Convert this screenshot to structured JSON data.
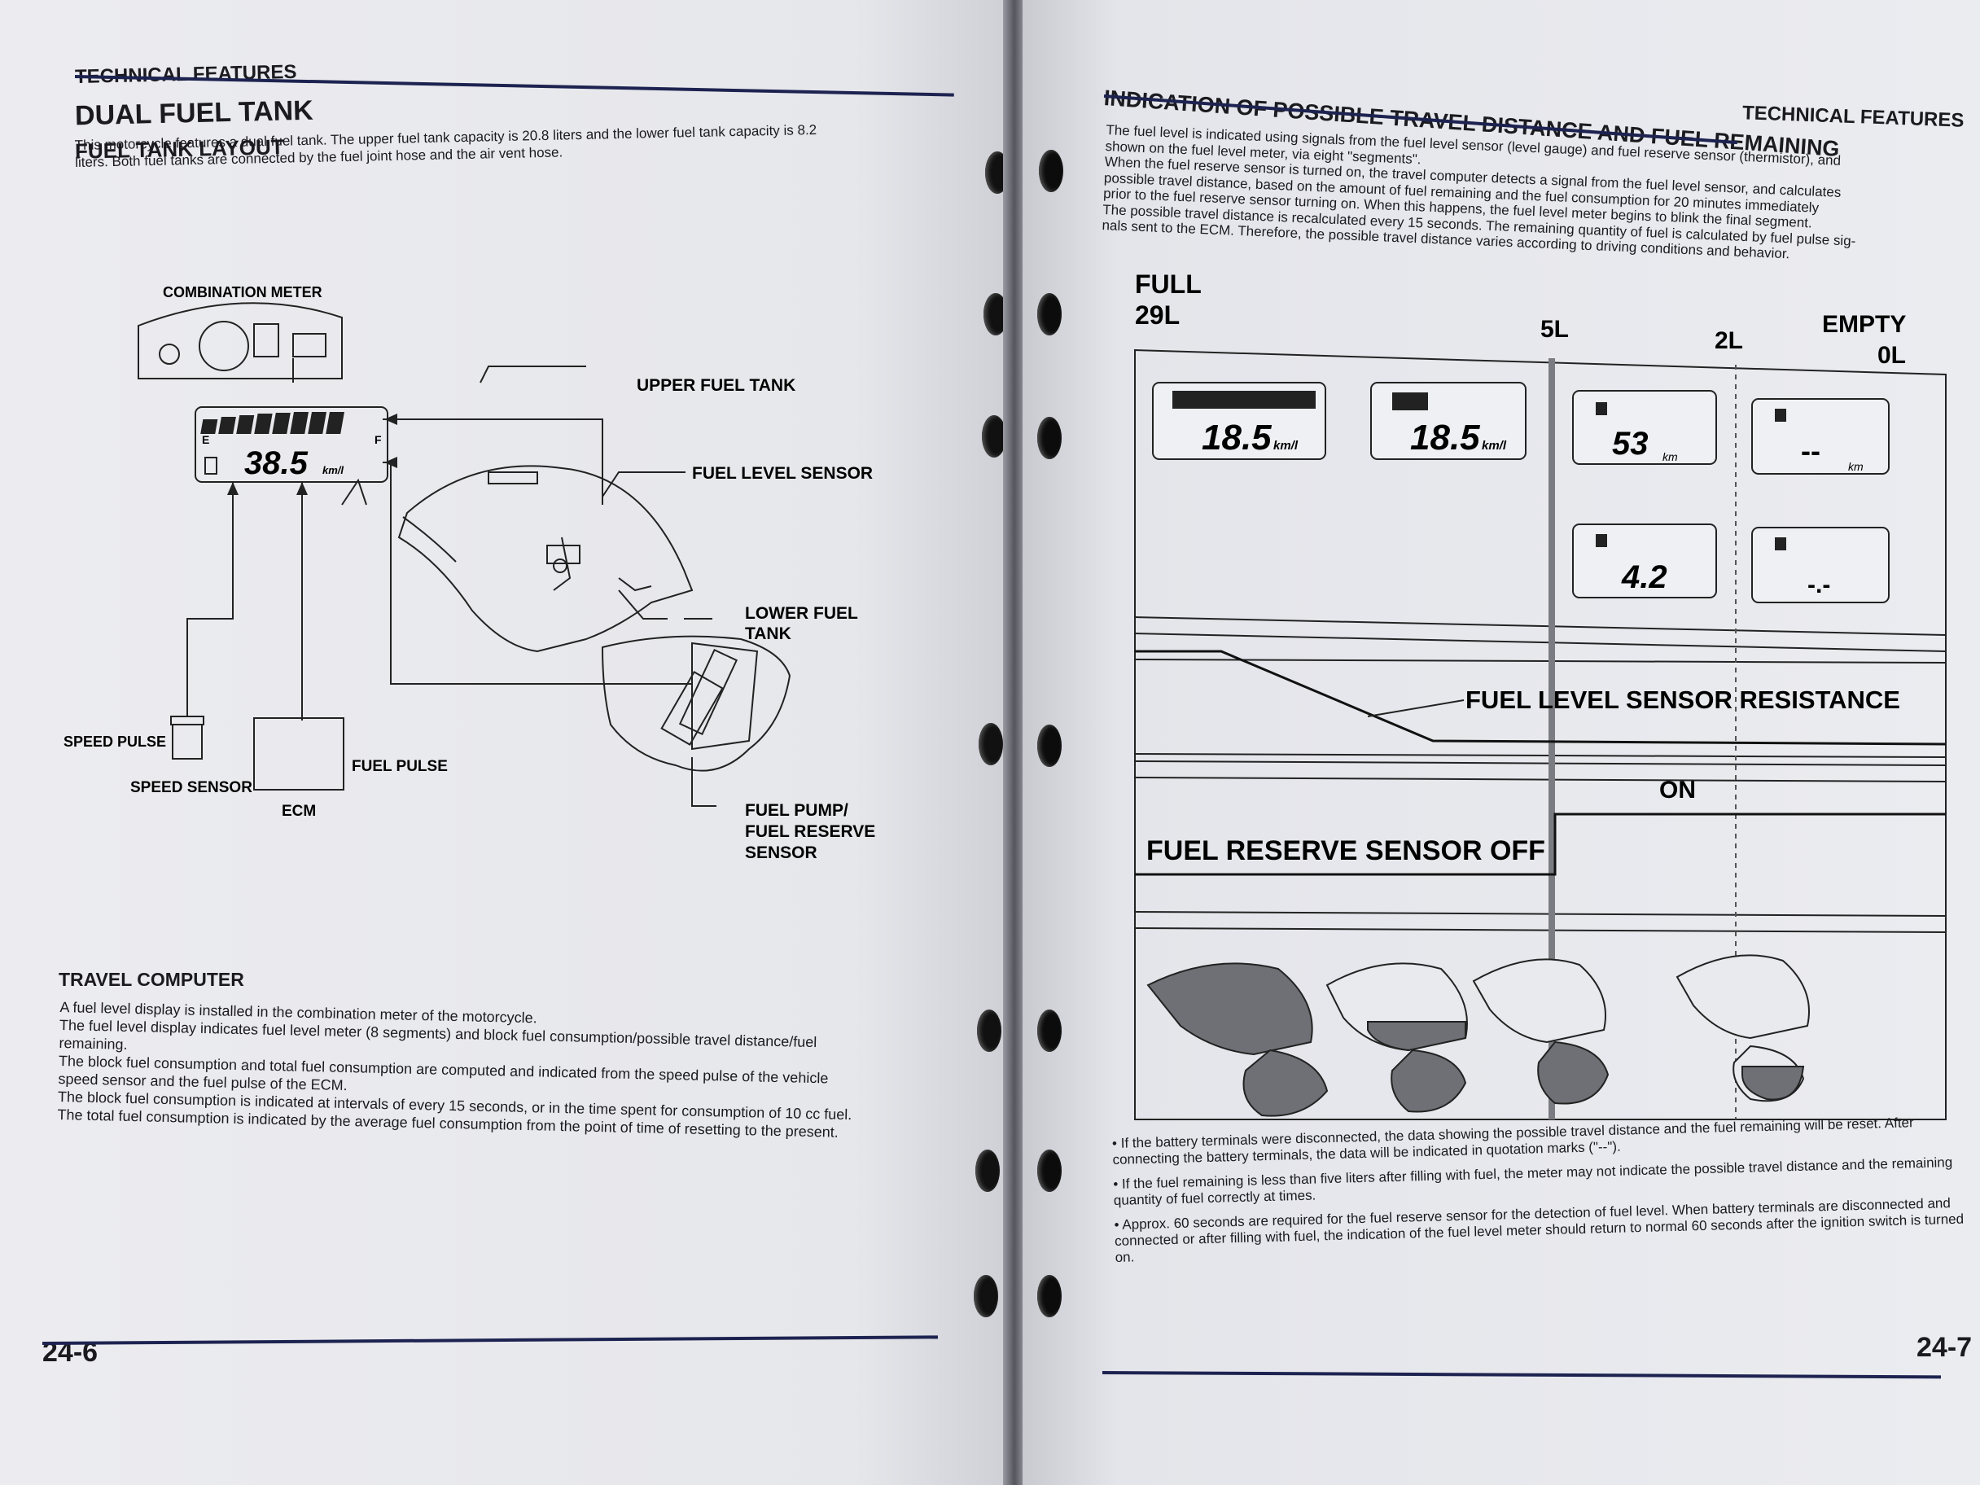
{
  "left_page": {
    "header": "TECHNICAL FEATURES",
    "title": "DUAL FUEL TANK",
    "subtitle": "FUEL TANK LAYOUT",
    "intro": [
      "This motorcycle features a dual fuel tank. The upper fuel tank capacity is 20.8 liters and the lower fuel tank capacity is 8.2",
      "liters. Both fuel tanks are connected by the fuel joint hose and the air vent hose."
    ],
    "diagram": {
      "combination_meter": "COMBINATION METER",
      "upper_fuel_tank": "UPPER FUEL TANK",
      "fuel_level_sensor": "FUEL LEVEL SENSOR",
      "lower_fuel_tank_1": "LOWER FUEL",
      "lower_fuel_tank_2": "TANK",
      "speed_pulse": "SPEED PULSE",
      "speed_sensor": "SPEED SENSOR",
      "fuel_pulse": "FUEL PULSE",
      "ecm": "ECM",
      "fuel_pump_1": "FUEL PUMP/",
      "fuel_pump_2": "FUEL RESERVE",
      "fuel_pump_3": "SENSOR",
      "meter_reading": "38.5",
      "meter_unit": "km/l",
      "gauge_e": "E",
      "gauge_f": "F"
    },
    "travel_computer": {
      "heading": "TRAVEL COMPUTER",
      "lines": [
        "A fuel level display is installed in the combination meter of the motorcycle.",
        "The fuel level display indicates fuel level meter (8 segments) and block fuel consumption/possible travel distance/fuel",
        "remaining.",
        "The block fuel consumption and total fuel consumption are computed and indicated from the speed pulse of the vehicle",
        "speed sensor and the fuel pulse of the ECM.",
        "The block fuel consumption is indicated at intervals of every 15 seconds, or in the time spent for consumption of 10 cc fuel.",
        "The total fuel consumption is indicated by the average fuel consumption from the point of time of resetting to the present."
      ]
    },
    "page_number": "24-6"
  },
  "right_page": {
    "header": "TECHNICAL FEATURES",
    "section_title": "INDICATION OF POSSIBLE TRAVEL DISTANCE AND FUEL REMAINING",
    "intro": [
      "The fuel level is indicated using signals from the fuel level sensor (level gauge) and fuel reserve sensor (thermistor), and",
      "shown on the fuel level meter, via eight \"segments\".",
      "When the fuel reserve sensor is turned on, the travel computer detects a signal from the fuel level sensor, and calculates",
      "possible travel distance, based on the amount of fuel remaining and the fuel consumption for 20 minutes immediately",
      "prior to the fuel reserve sensor turning on. When this happens, the fuel level meter begins to blink the final segment.",
      "The possible travel distance is recalculated every 15 seconds. The remaining quantity of fuel is calculated by fuel pulse sig-",
      "nals sent to the ECM. Therefore, the possible travel distance varies according to driving conditions and behavior."
    ],
    "chart": {
      "full_1": "FULL",
      "full_2": "29L",
      "five_l": "5L",
      "two_l": "2L",
      "empty_1": "EMPTY",
      "empty_2": "0L",
      "resistance_label": "FUEL LEVEL SENSOR RESISTANCE",
      "reserve_on": "ON",
      "reserve_off": "FUEL RESERVE SENSOR OFF",
      "display_readings": [
        "18.5",
        "18.5",
        "53",
        "--",
        "4.2",
        "-.-"
      ],
      "unit_kml": "km/l",
      "unit_km": "km"
    },
    "notes": [
      "If the battery terminals were disconnected, the data showing the possible travel distance and the fuel remaining will be reset. After connecting the battery terminals, the data will be indicated in quotation marks (\"--\").",
      "If the fuel remaining is less than five liters after filling with fuel, the meter may not indicate the possible travel distance and the remaining quantity of fuel correctly at times.",
      "Approx. 60 seconds are required for the fuel reserve sensor for the detection of fuel level. When battery terminals are disconnected and connected or after filling with fuel, the indication of the fuel level meter should return to normal 60 seconds after the ignition switch is turned on."
    ],
    "page_number": "24-7"
  },
  "colors": {
    "paper": "#e9eaee",
    "ink": "#1b1b1f",
    "rule": "#1d2350",
    "shade": "#6f7075"
  }
}
